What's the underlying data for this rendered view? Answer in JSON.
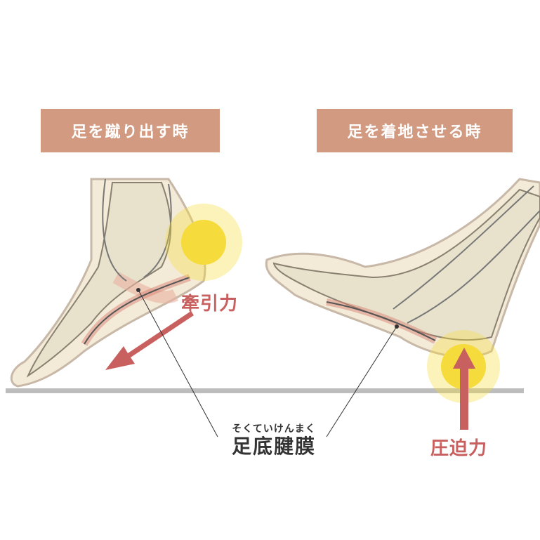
{
  "panels": [
    {
      "title": "足を蹴り出す時",
      "force_label": "牽引力"
    },
    {
      "title": "足を着地させる時",
      "force_label": "圧迫力"
    }
  ],
  "term": {
    "ruby": "そくていけんまく",
    "label": "足底腱膜"
  },
  "colors": {
    "label_bg": "#d29a80",
    "force": "#c8605f",
    "ground": "#bdbdbd",
    "burst": "#f5dc3c"
  }
}
